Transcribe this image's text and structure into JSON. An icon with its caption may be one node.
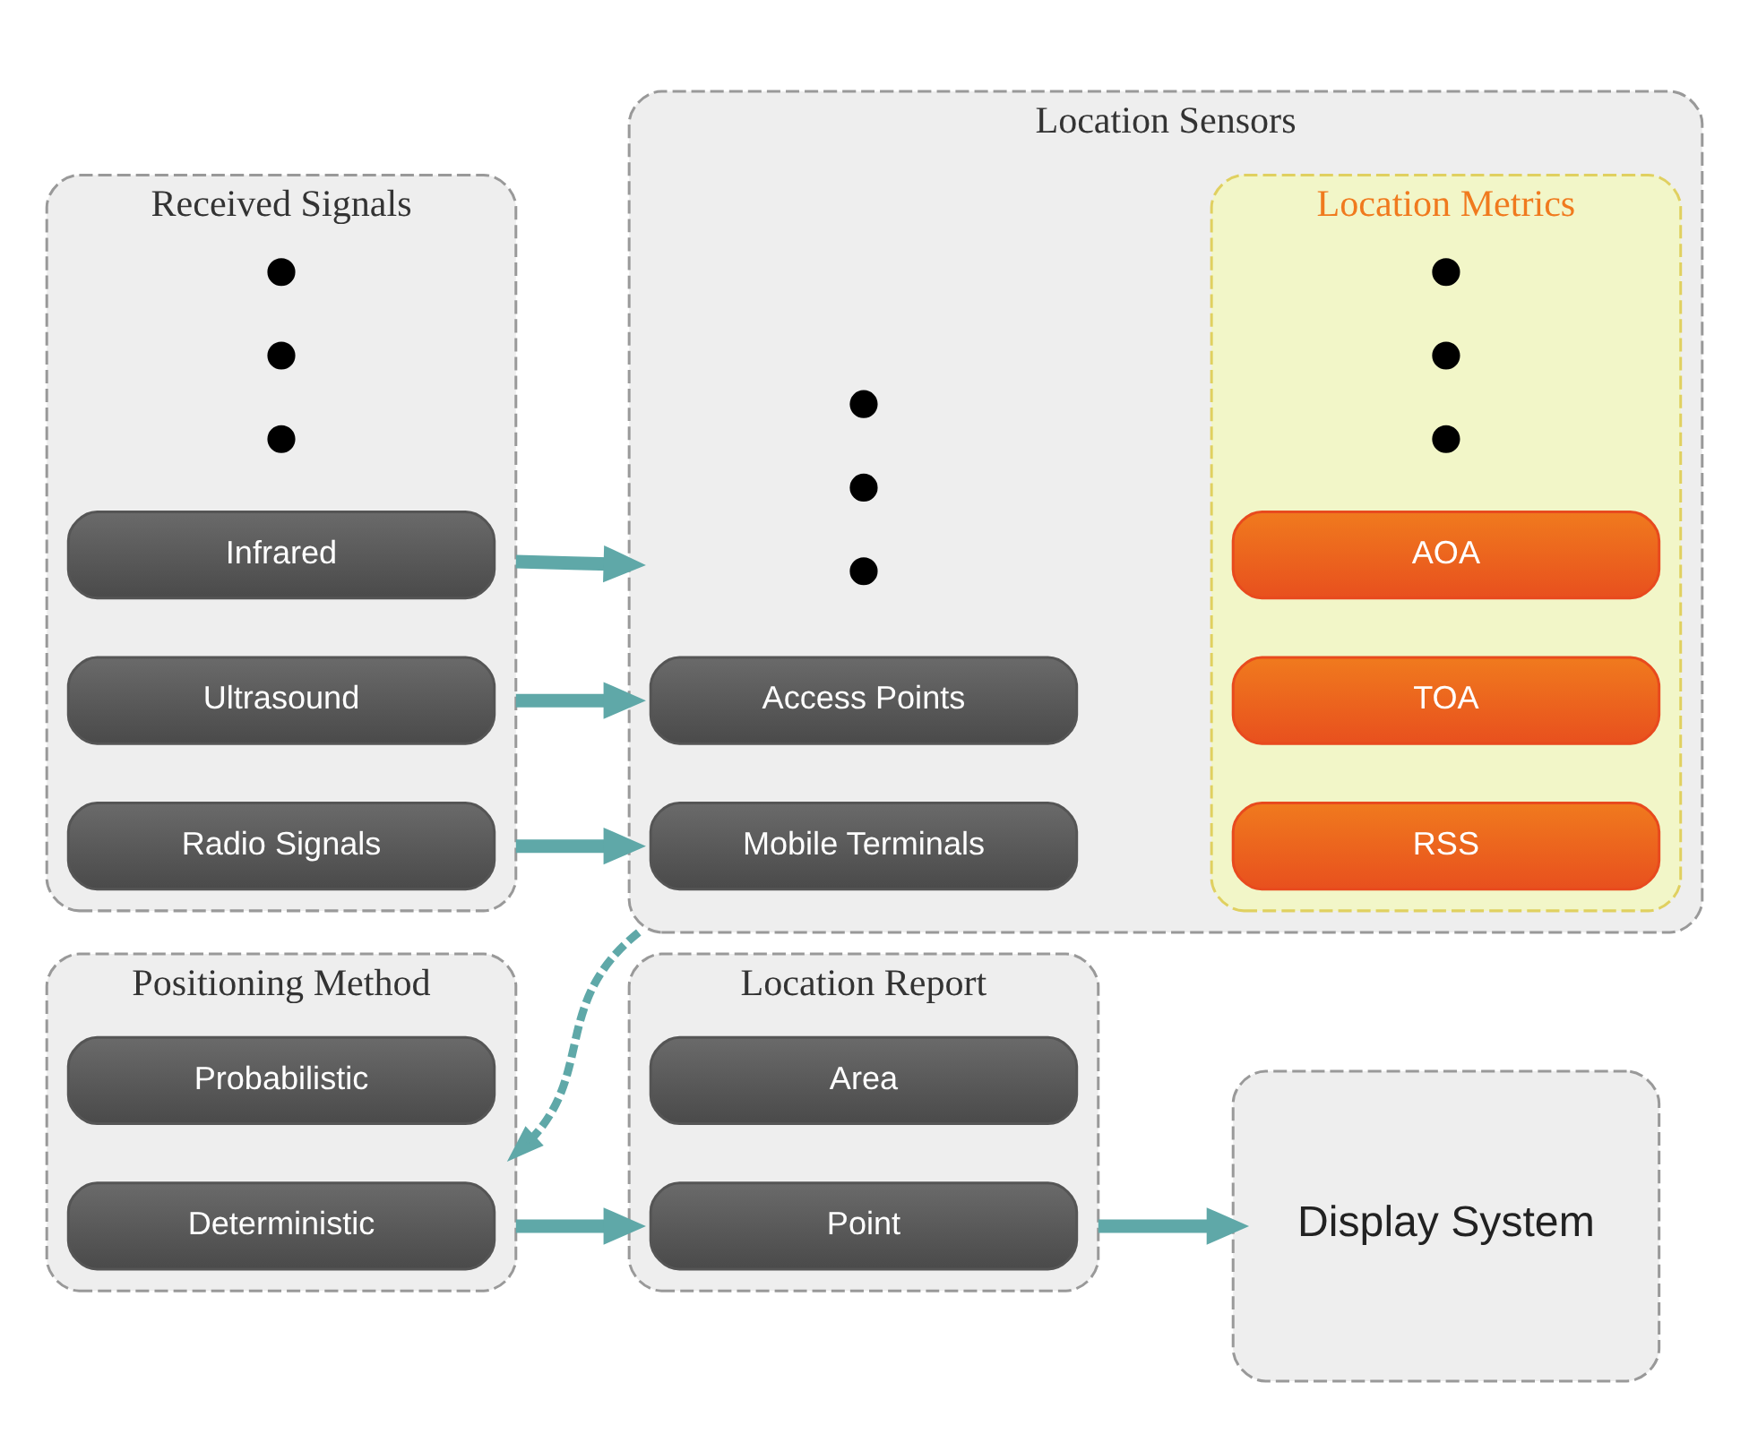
{
  "diagram": {
    "nodes": [
      {
        "text": [
          "Received Signals"
        ]
      },
      {
        "text": [
          "Radio Signals"
        ],
        "in": 0
      },
      {
        "text": [
          "Ultrasound"
        ],
        "in": 0
      },
      {
        "text": [
          "Infrared"
        ],
        "in": 0
      },
      {
        "text": [],
        "shape": "circle",
        "in": 0
      },
      {
        "text": [],
        "shape": "circle",
        "in": 0
      },
      {
        "text": [],
        "shape": "circle",
        "in": 0
      },
      {
        "text": [
          "Location Sensors"
        ]
      },
      {
        "text": [
          "Mobile Terminals"
        ],
        "in": 7
      },
      {
        "text": [
          "Access Points"
        ],
        "in": 7
      },
      {
        "text": [],
        "shape": "circle",
        "in": 7
      },
      {
        "text": [],
        "shape": "circle",
        "in": 7
      },
      {
        "text": [],
        "shape": "circle",
        "in": 7
      },
      {
        "text": [
          "Location Metrics"
        ],
        "in": 7
      },
      {
        "text": [
          "RSS"
        ],
        "in": 13
      },
      {
        "text": [
          "TOA"
        ],
        "in": 13
      },
      {
        "text": [
          "AOA"
        ],
        "in": 13
      },
      {
        "text": [],
        "shape": "circle",
        "in": 13
      },
      {
        "text": [],
        "shape": "circle",
        "in": 13
      },
      {
        "text": [],
        "shape": "circle",
        "in": 13
      },
      {
        "text": [
          "Positioning Method"
        ]
      },
      {
        "text": [
          "Deterministic"
        ],
        "in": 20
      },
      {
        "text": [
          "Probabilistic"
        ],
        "in": 20
      },
      {
        "text": [
          "Location Report"
        ]
      },
      {
        "text": [
          "Point"
        ],
        "in": 23
      },
      {
        "text": [
          "Area"
        ],
        "in": 23
      },
      {
        "text": [
          "Display System"
        ]
      }
    ],
    "edges": [
      {
        "from": 0,
        "to": 7,
        "arrow": "to"
      },
      {
        "from": 0,
        "to": 7,
        "arrow": "to"
      },
      {
        "from": 0,
        "to": 7,
        "arrow": "to"
      },
      {
        "from": 7,
        "to": 20,
        "arrow": "to",
        "style": "dashed"
      },
      {
        "from": 20,
        "to": 23,
        "arrow": "to"
      },
      {
        "from": 23,
        "to": 26,
        "arrow": "to"
      }
    ]
  }
}
